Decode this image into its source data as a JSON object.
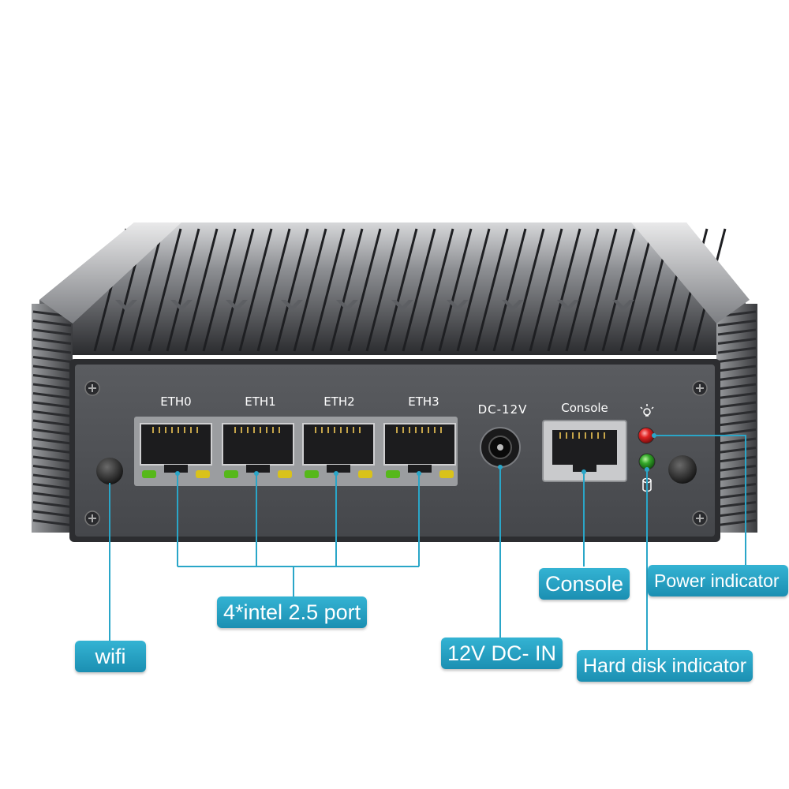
{
  "panel": {
    "eth_labels": [
      "ETH0",
      "ETH1",
      "ETH2",
      "ETH3"
    ],
    "dc_label": "DC-12V",
    "console_label": "Console"
  },
  "callouts": {
    "wifi": "wifi",
    "ethernet": "4*intel 2.5 port",
    "dc_in": "12V DC- IN",
    "console": "Console",
    "power": "Power indicator",
    "hdd": "Hard disk indicator"
  },
  "colors": {
    "callout_fill": "#2aa6c8",
    "leader_line": "#2aa6c8",
    "chassis": "#4a4c50",
    "power_led": "#d81c1c",
    "hdd_led": "#2a8f22",
    "port_led_green": "#56b81a",
    "port_led_yellow": "#d9c21a"
  }
}
